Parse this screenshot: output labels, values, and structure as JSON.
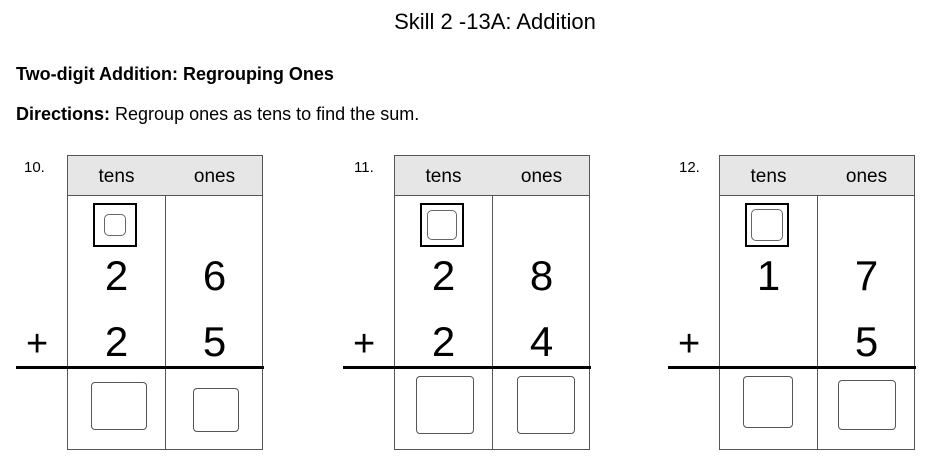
{
  "header": {
    "title": "Skill 2 -13A: Addition"
  },
  "section": {
    "subtitle": "Two-digit Addition: Regrouping Ones",
    "directions_label": "Directions:",
    "directions_text": " Regroup ones as tens to find the sum."
  },
  "table_headers": {
    "tens": "tens",
    "ones": "ones"
  },
  "problems": [
    {
      "number": "10.",
      "top_tens": "2",
      "top_ones": "6",
      "bottom_tens": "2",
      "bottom_ones": "5",
      "operator": "+"
    },
    {
      "number": "11.",
      "top_tens": "2",
      "top_ones": "8",
      "bottom_tens": "2",
      "bottom_ones": "4",
      "operator": "+"
    },
    {
      "number": "12.",
      "top_tens": "1",
      "top_ones": "7",
      "bottom_tens": "",
      "bottom_ones": "5",
      "operator": "+"
    }
  ]
}
